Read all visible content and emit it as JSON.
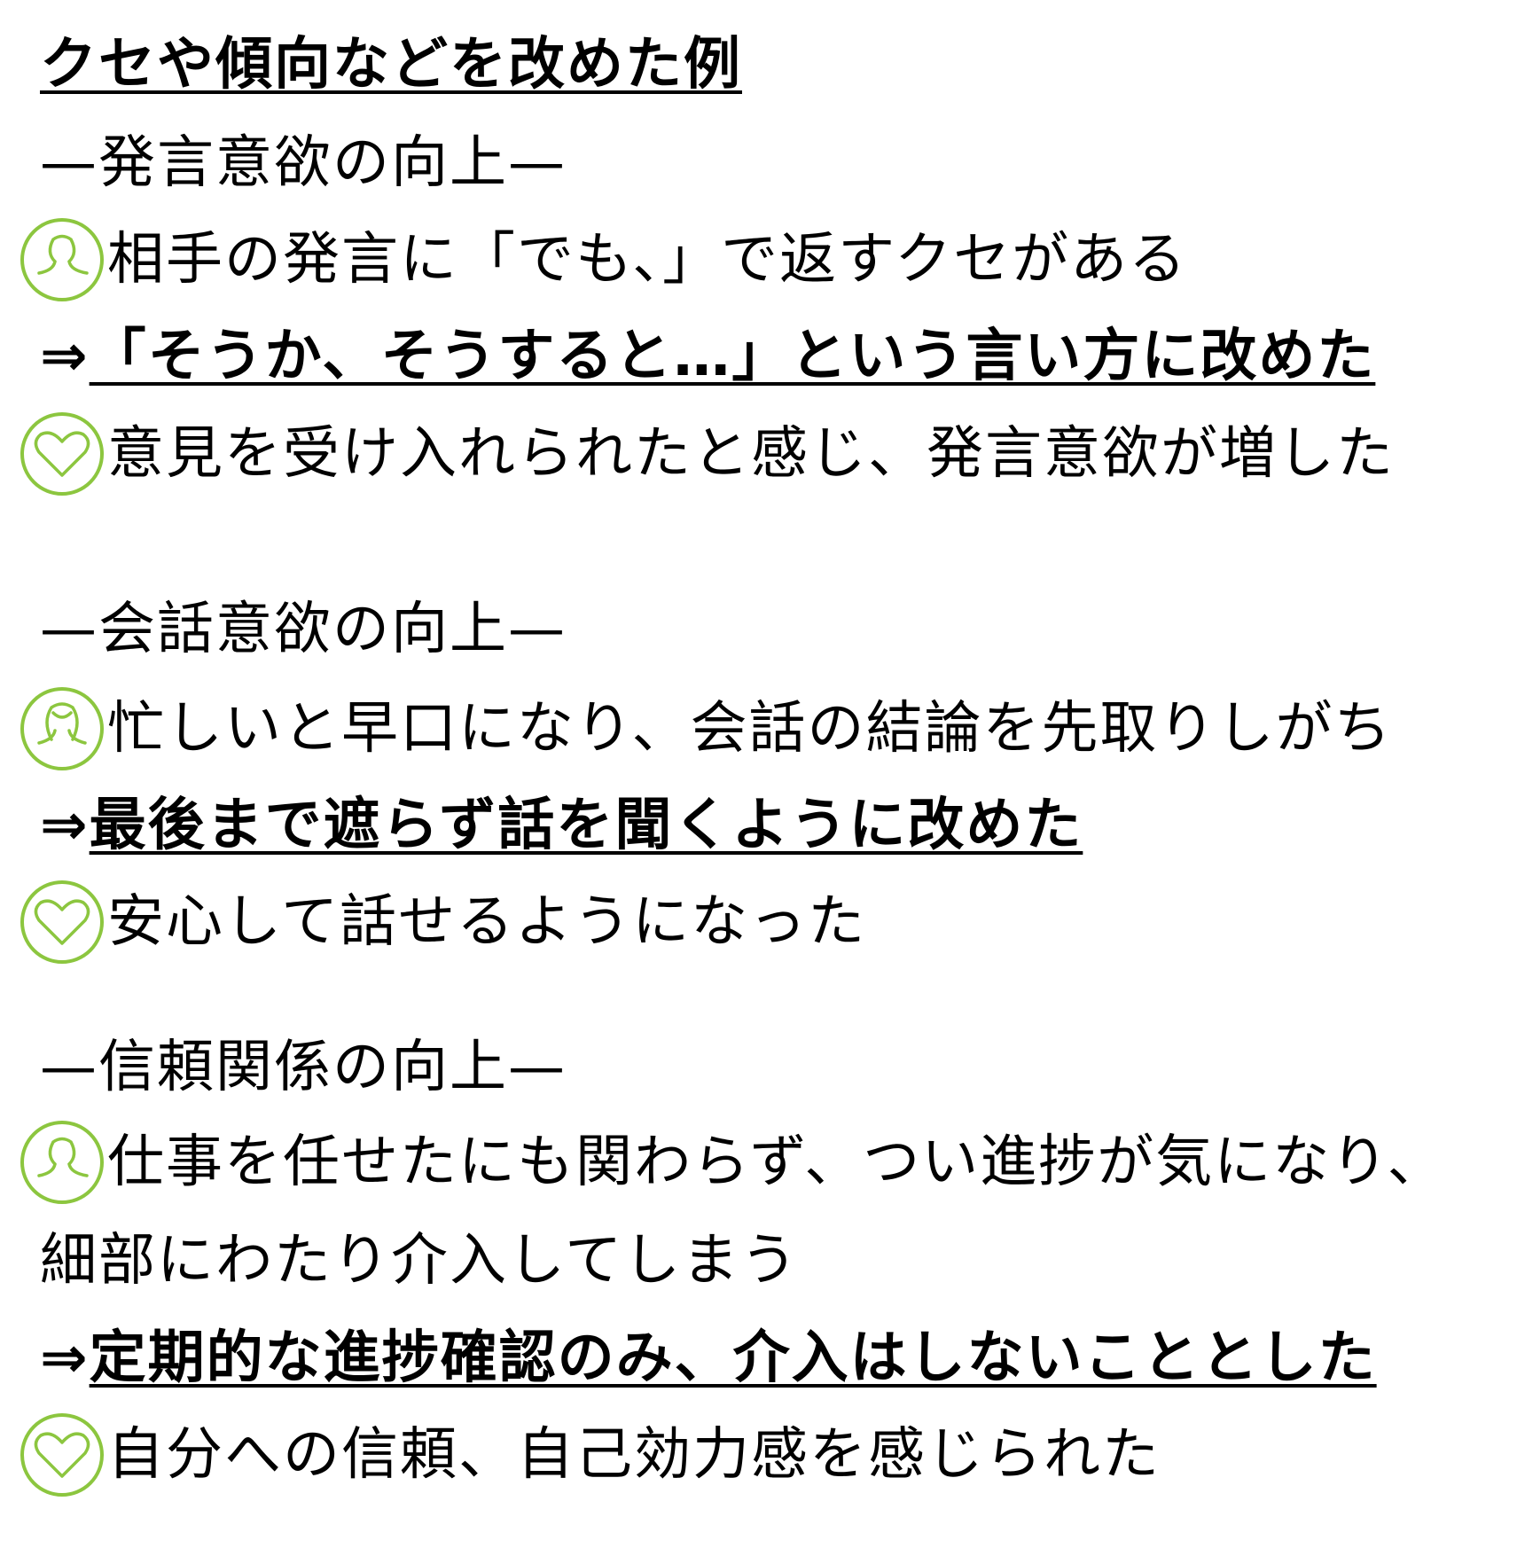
{
  "title": "クセや傾向などを改めた例",
  "accent_color": "#8cc63f",
  "sections": [
    {
      "heading": "—発言意欲の向上—",
      "habit_icon": "person-short-hair-icon",
      "habit": "相手の発言に「でも、」で返すクセがある",
      "arrow": "⇒",
      "action": "「そうか、そうすると…」という言い方に改めた",
      "result_icon": "heart-icon",
      "result": "意見を受け入れられたと感じ、発言意欲が増した"
    },
    {
      "heading": "—会話意欲の向上—",
      "habit_icon": "person-long-hair-icon",
      "habit": "忙しいと早口になり、会話の結論を先取りしがち",
      "arrow": "⇒",
      "action": "最後まで遮らず話を聞くように改めた",
      "result_icon": "heart-icon",
      "result": "安心して話せるようになった"
    },
    {
      "heading": "—信頼関係の向上—",
      "habit_icon": "person-short-hair-icon",
      "habit": "仕事を任せたにも関わらず、つい進捗が気になり、",
      "habit_cont": "細部にわたり介入してしまう",
      "arrow": "⇒",
      "action": "定期的な進捗確認のみ、介入はしないこととした",
      "result_icon": "heart-icon",
      "result": "自分への信頼、自己効力感を感じられた"
    }
  ]
}
